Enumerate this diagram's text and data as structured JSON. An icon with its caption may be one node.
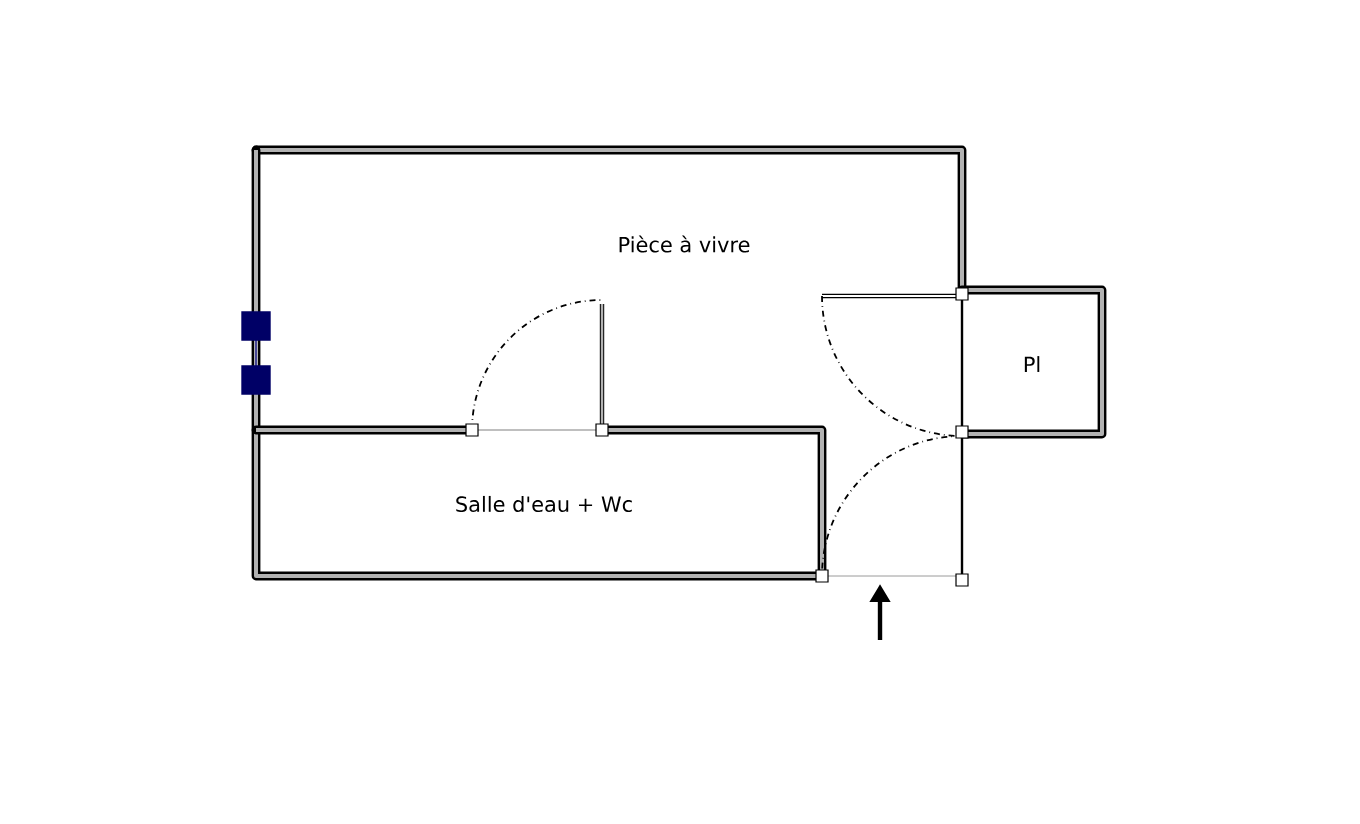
{
  "diagram": {
    "labels": [
      "Pièce à vivre",
      "Pl",
      "Salle d'eau + Wc"
    ]
  }
}
